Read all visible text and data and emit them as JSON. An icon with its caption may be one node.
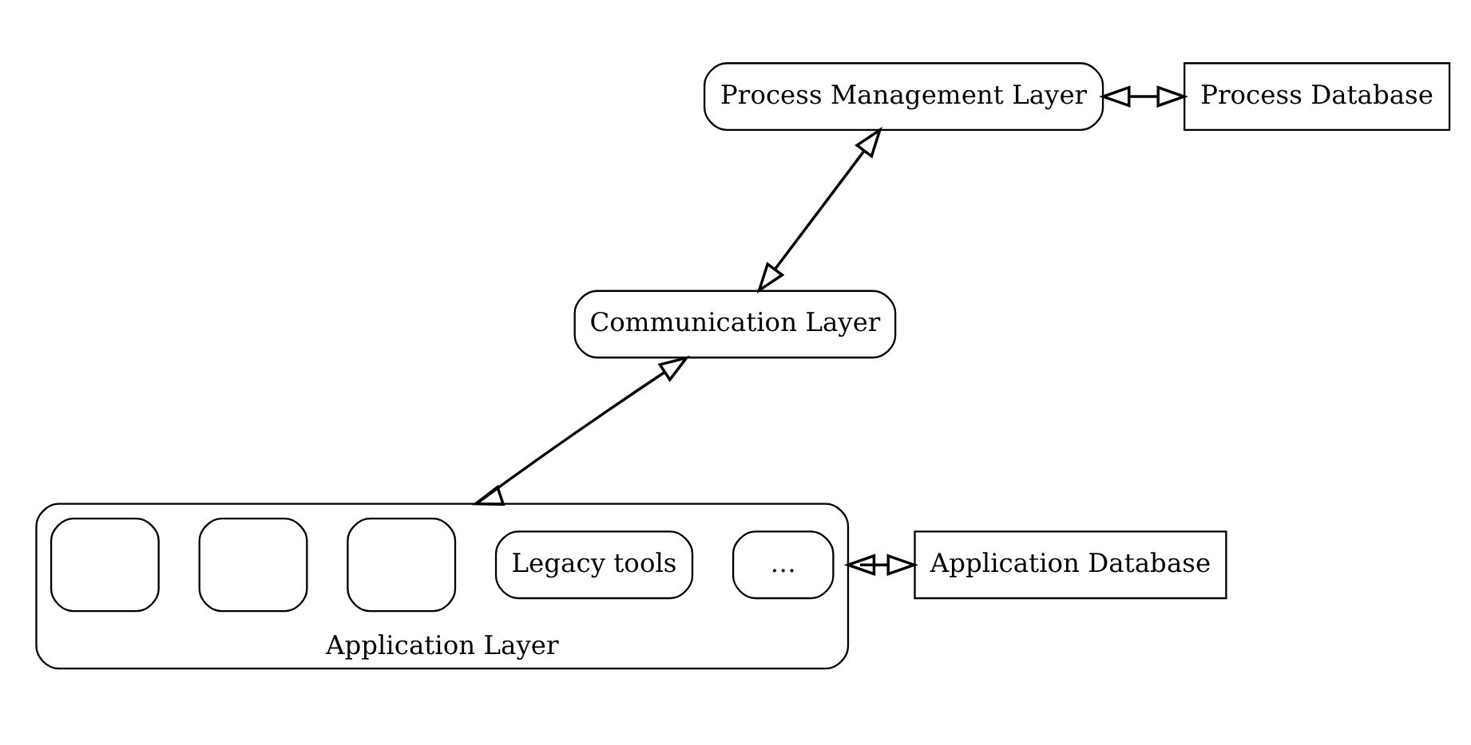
{
  "diagram": {
    "nodes": [
      {
        "text": [
          "Process Management Layer"
        ]
      },
      {
        "text": [
          "Process Database"
        ]
      },
      {
        "text": [
          "Communication Layer"
        ]
      },
      {
        "text": [
          "Application Layer"
        ]
      },
      {
        "text": [],
        "shape": "box",
        "in": 3
      },
      {
        "text": [],
        "shape": "box",
        "in": 3
      },
      {
        "text": [],
        "shape": "box",
        "in": 3
      },
      {
        "text": [
          "Legacy tools"
        ],
        "in": 3
      },
      {
        "text": [
          "…"
        ],
        "in": 3
      },
      {
        "text": [
          "Application Database"
        ]
      }
    ],
    "edges": [
      {
        "from": 0,
        "to": 1,
        "arrow": "both"
      },
      {
        "from": 0,
        "to": 2,
        "arrow": "both"
      },
      {
        "from": 2,
        "to": 3,
        "arrow": "both"
      },
      {
        "from": 3,
        "to": 9,
        "arrow": "both"
      }
    ]
  }
}
